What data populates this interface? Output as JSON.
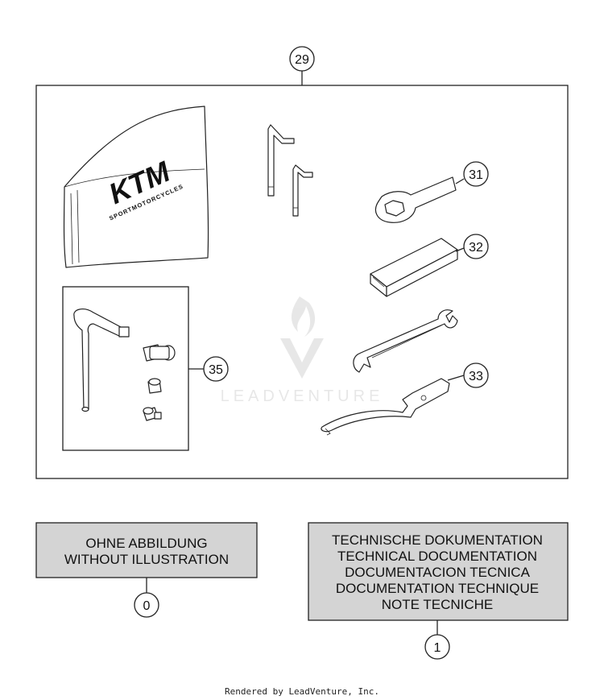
{
  "callouts": {
    "c29": "29",
    "c31": "31",
    "c32": "32",
    "c33": "33",
    "c35": "35",
    "c0": "0",
    "c1": "1"
  },
  "bag": {
    "brand": "KTM",
    "tagline": "SPORTMOTORCYCLES"
  },
  "watermark": {
    "text": "LEADVENTURE"
  },
  "box_no_illustration": {
    "lines": [
      "OHNE ABBILDUNG",
      "WITHOUT ILLUSTRATION"
    ]
  },
  "box_tech_doc": {
    "lines": [
      "TECHNISCHE DOKUMENTATION",
      "TECHNICAL DOCUMENTATION",
      "DOCUMENTACION TECNICA",
      "DOCUMENTATION TECHNIQUE",
      "NOTE TECNICHE"
    ]
  },
  "footer": {
    "text": "Rendered by LeadVenture, Inc."
  },
  "colors": {
    "label_box_fill": "#d4d4d4",
    "line": "#222222"
  }
}
